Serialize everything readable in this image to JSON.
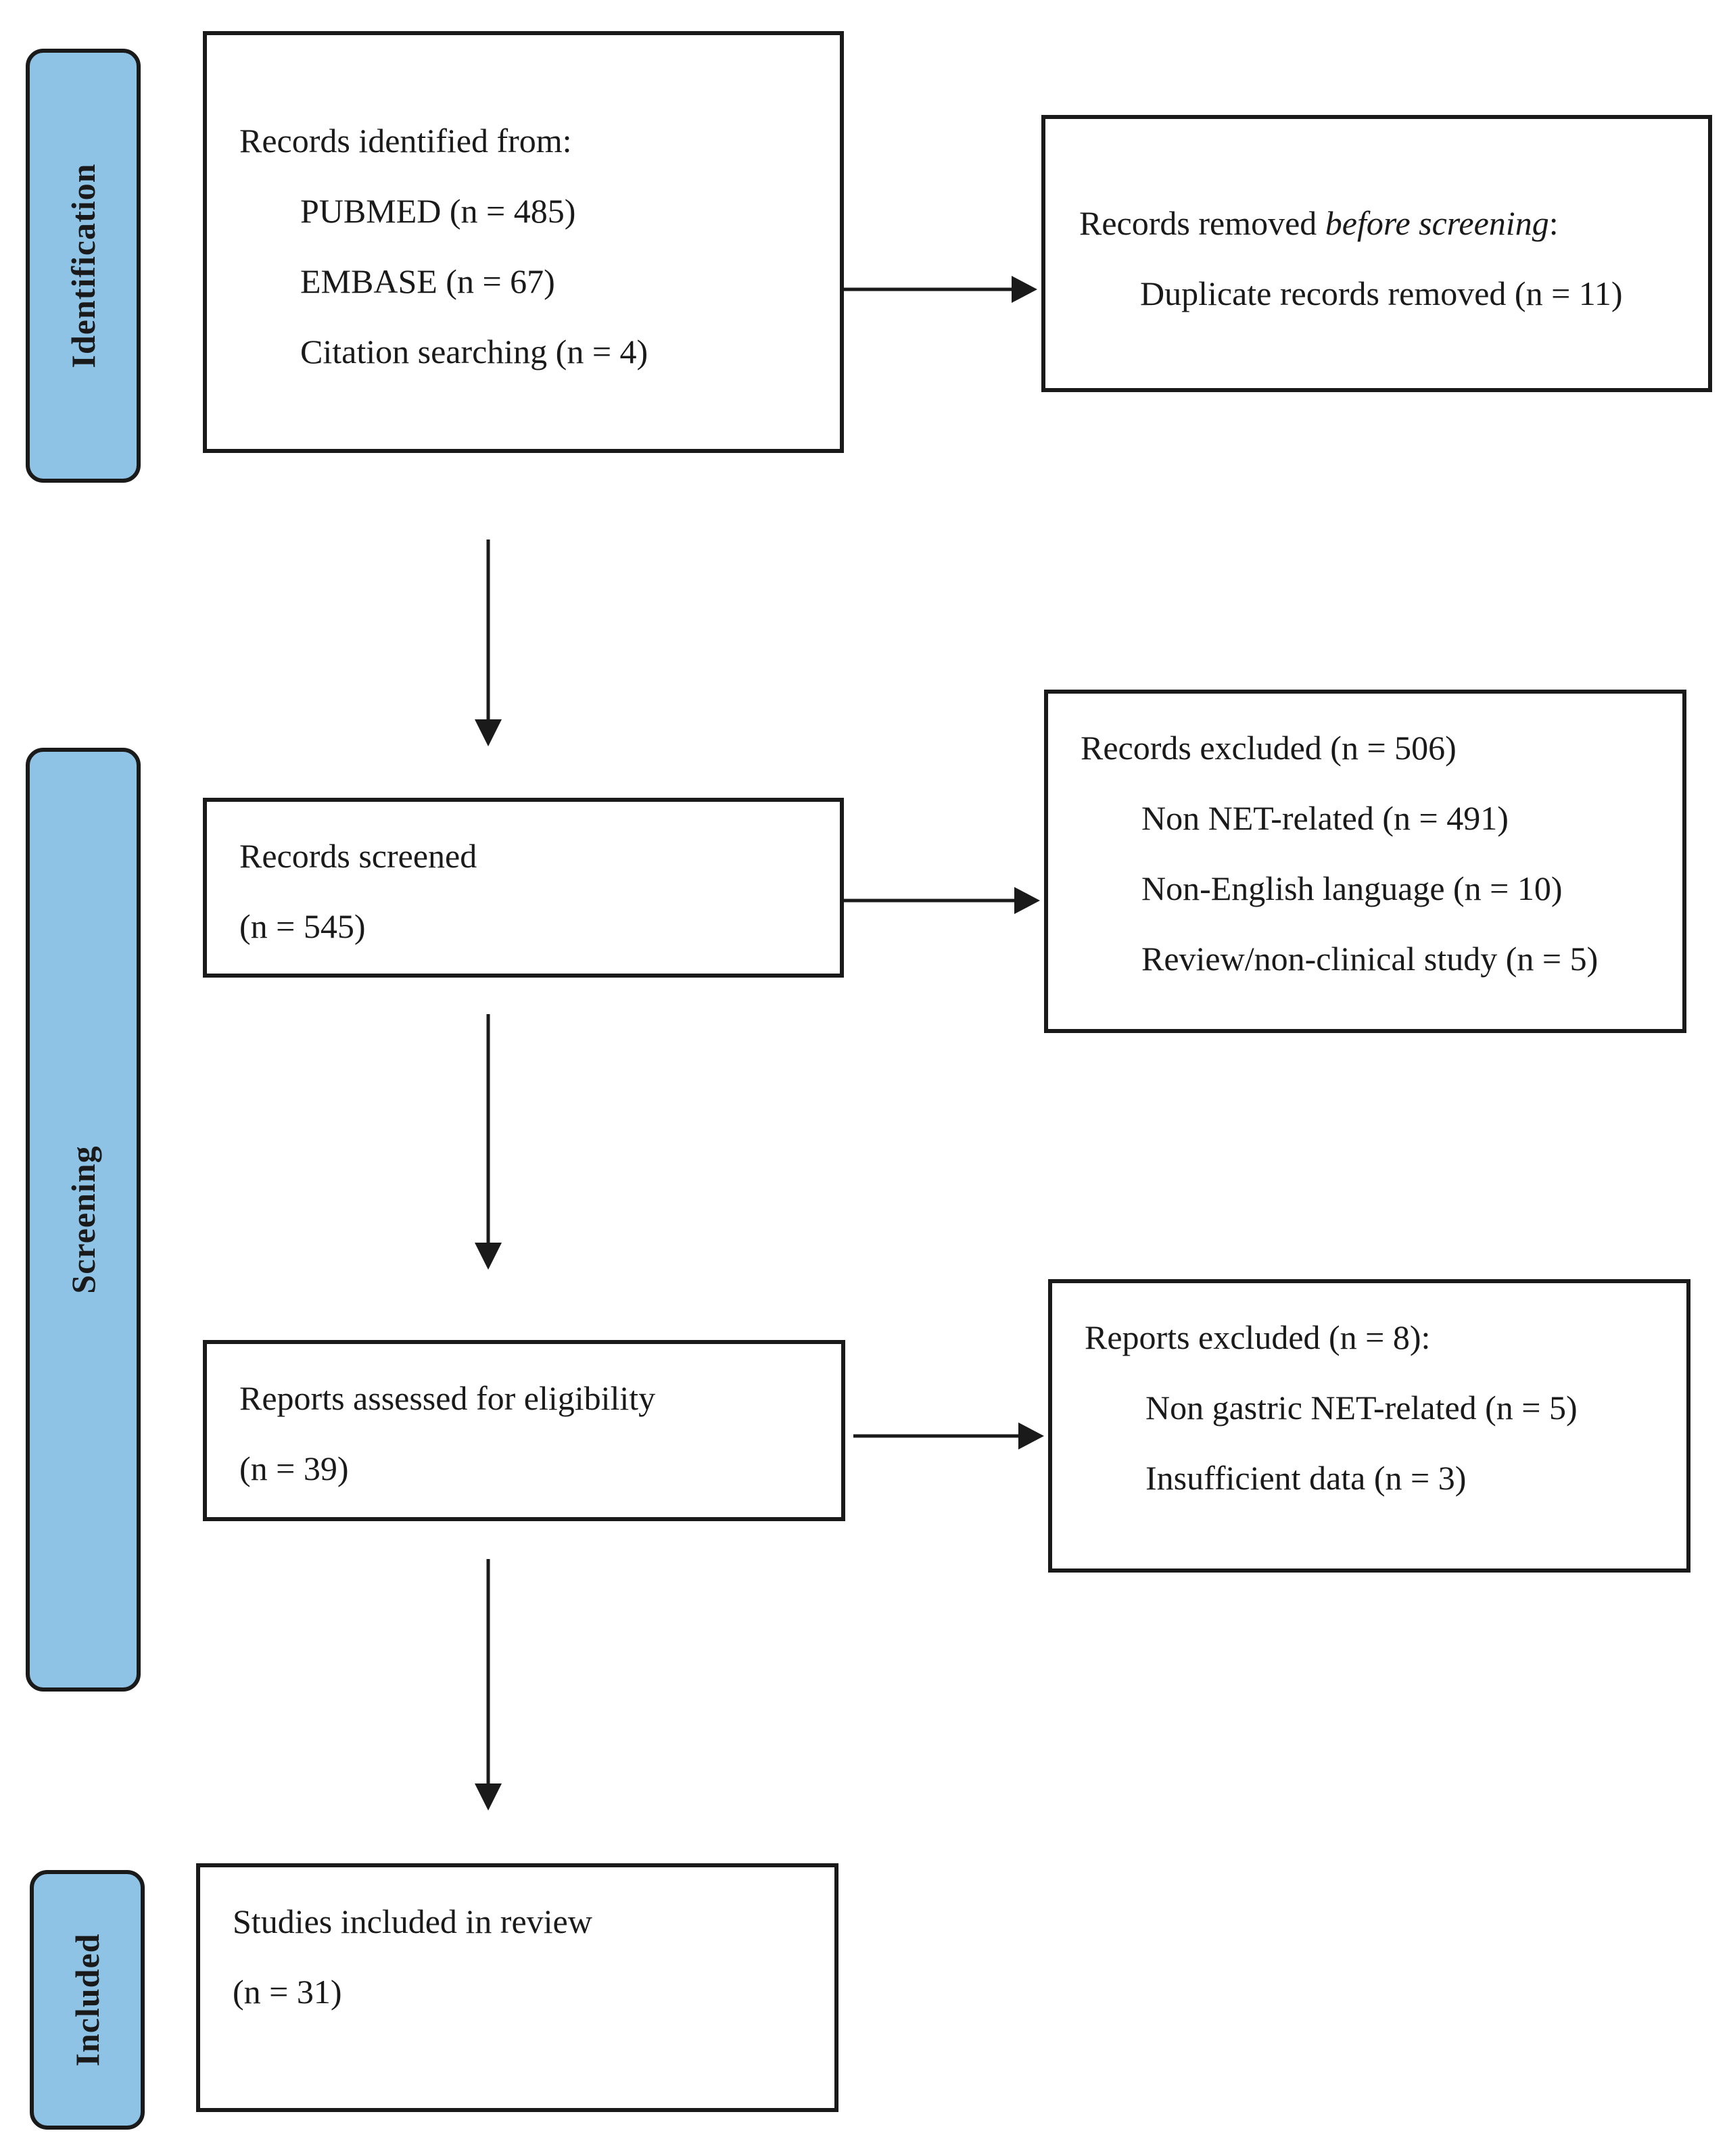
{
  "phases": {
    "identification": "Identification",
    "screening": "Screening",
    "included": "Included"
  },
  "identified": {
    "heading": "Records identified from:",
    "pubmed": "PUBMED (n = 485)",
    "embase": "EMBASE (n = 67)",
    "citation": "Citation searching (n = 4)"
  },
  "removed": {
    "heading_prefix": "Records removed ",
    "heading_emphasis": "before screening",
    "heading_suffix": ":",
    "duplicates": "Duplicate records removed (n = 11)"
  },
  "screened": {
    "label": "Records screened",
    "count": "(n = 545)"
  },
  "excluded_records": {
    "heading": "Records excluded (n = 506)",
    "non_net": "Non NET-related (n = 491)",
    "non_english": "Non-English language (n = 10)",
    "review": "Review/non-clinical study (n = 5)"
  },
  "assessed": {
    "label": "Reports assessed for eligibility",
    "count": "(n = 39)"
  },
  "excluded_reports": {
    "heading": "Reports excluded (n = 8):",
    "non_gastric": "Non gastric NET-related (n = 5)",
    "insufficient": "Insufficient data (n = 3)"
  },
  "included": {
    "label": "Studies included in review",
    "count": "(n = 31)"
  }
}
